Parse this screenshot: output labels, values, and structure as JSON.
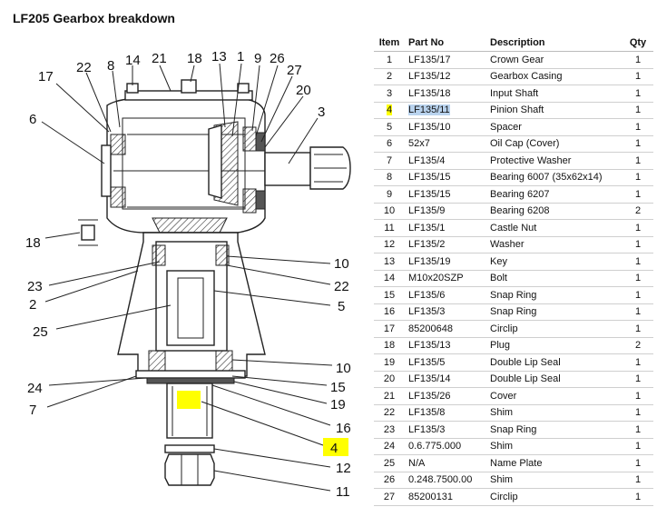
{
  "title": "LF205 Gearbox breakdown",
  "table": {
    "headers": [
      "Item",
      "Part No",
      "Description",
      "Qty"
    ],
    "rows": [
      {
        "item": "1",
        "part": "LF135/17",
        "desc": "Crown Gear",
        "qty": "1"
      },
      {
        "item": "2",
        "part": "LF135/12",
        "desc": "Gearbox Casing",
        "qty": "1"
      },
      {
        "item": "3",
        "part": "LF135/18",
        "desc": "Input Shaft",
        "qty": "1"
      },
      {
        "item": "4",
        "part": "LF135/11",
        "desc": "Pinion Shaft",
        "qty": "1"
      },
      {
        "item": "5",
        "part": "LF135/10",
        "desc": "Spacer",
        "qty": "1"
      },
      {
        "item": "6",
        "part": "52x7",
        "desc": "Oil Cap (Cover)",
        "qty": "1"
      },
      {
        "item": "7",
        "part": "LF135/4",
        "desc": "Protective Washer",
        "qty": "1"
      },
      {
        "item": "8",
        "part": "LF135/15",
        "desc": "Bearing 6007 (35x62x14)",
        "qty": "1"
      },
      {
        "item": "9",
        "part": "LF135/15",
        "desc": "Bearing 6207",
        "qty": "1"
      },
      {
        "item": "10",
        "part": "LF135/9",
        "desc": "Bearing 6208",
        "qty": "2"
      },
      {
        "item": "11",
        "part": "LF135/1",
        "desc": "Castle Nut",
        "qty": "1"
      },
      {
        "item": "12",
        "part": "LF135/2",
        "desc": "Washer",
        "qty": "1"
      },
      {
        "item": "13",
        "part": "LF135/19",
        "desc": "Key",
        "qty": "1"
      },
      {
        "item": "14",
        "part": "M10x20SZP",
        "desc": "Bolt",
        "qty": "1"
      },
      {
        "item": "15",
        "part": "LF135/6",
        "desc": "Snap Ring",
        "qty": "1"
      },
      {
        "item": "16",
        "part": "LF135/3",
        "desc": "Snap Ring",
        "qty": "1"
      },
      {
        "item": "17",
        "part": "85200648",
        "desc": "Circlip",
        "qty": "1"
      },
      {
        "item": "18",
        "part": "LF135/13",
        "desc": "Plug",
        "qty": "2"
      },
      {
        "item": "19",
        "part": "LF135/5",
        "desc": "Double Lip Seal",
        "qty": "1"
      },
      {
        "item": "20",
        "part": "LF135/14",
        "desc": "Double Lip Seal",
        "qty": "1"
      },
      {
        "item": "21",
        "part": "LF135/26",
        "desc": "Cover",
        "qty": "1"
      },
      {
        "item": "22",
        "part": "LF135/8",
        "desc": "Shim",
        "qty": "1"
      },
      {
        "item": "23",
        "part": "LF135/3",
        "desc": "Snap Ring",
        "qty": "1"
      },
      {
        "item": "24",
        "part": "0.6.775.000",
        "desc": "Shim",
        "qty": "1"
      },
      {
        "item": "25",
        "part": "N/A",
        "desc": "Name Plate",
        "qty": "1"
      },
      {
        "item": "26",
        "part": "0.248.7500.00",
        "desc": "Shim",
        "qty": "1"
      },
      {
        "item": "27",
        "part": "85200131",
        "desc": "Circlip",
        "qty": "1"
      }
    ]
  },
  "highlight": {
    "item": "4",
    "color": "#ffff00",
    "selection_color": "#b9d3ee"
  },
  "diagram_labels": {
    "l17": "17",
    "l22a": "22",
    "l8": "8",
    "l14": "14",
    "l21": "21",
    "l18a": "18",
    "l13": "13",
    "l1": "1",
    "l9": "9",
    "l26": "26",
    "l27": "27",
    "l20": "20",
    "l3": "3",
    "l6": "6",
    "l18b": "18",
    "l23": "23",
    "l2": "2",
    "l25": "25",
    "l10a": "10",
    "l22b": "22",
    "l5": "5",
    "l24": "24",
    "l7": "7",
    "l10b": "10",
    "l15": "15",
    "l19": "19",
    "l16": "16",
    "l4": "4",
    "l12": "12",
    "l11": "11"
  }
}
